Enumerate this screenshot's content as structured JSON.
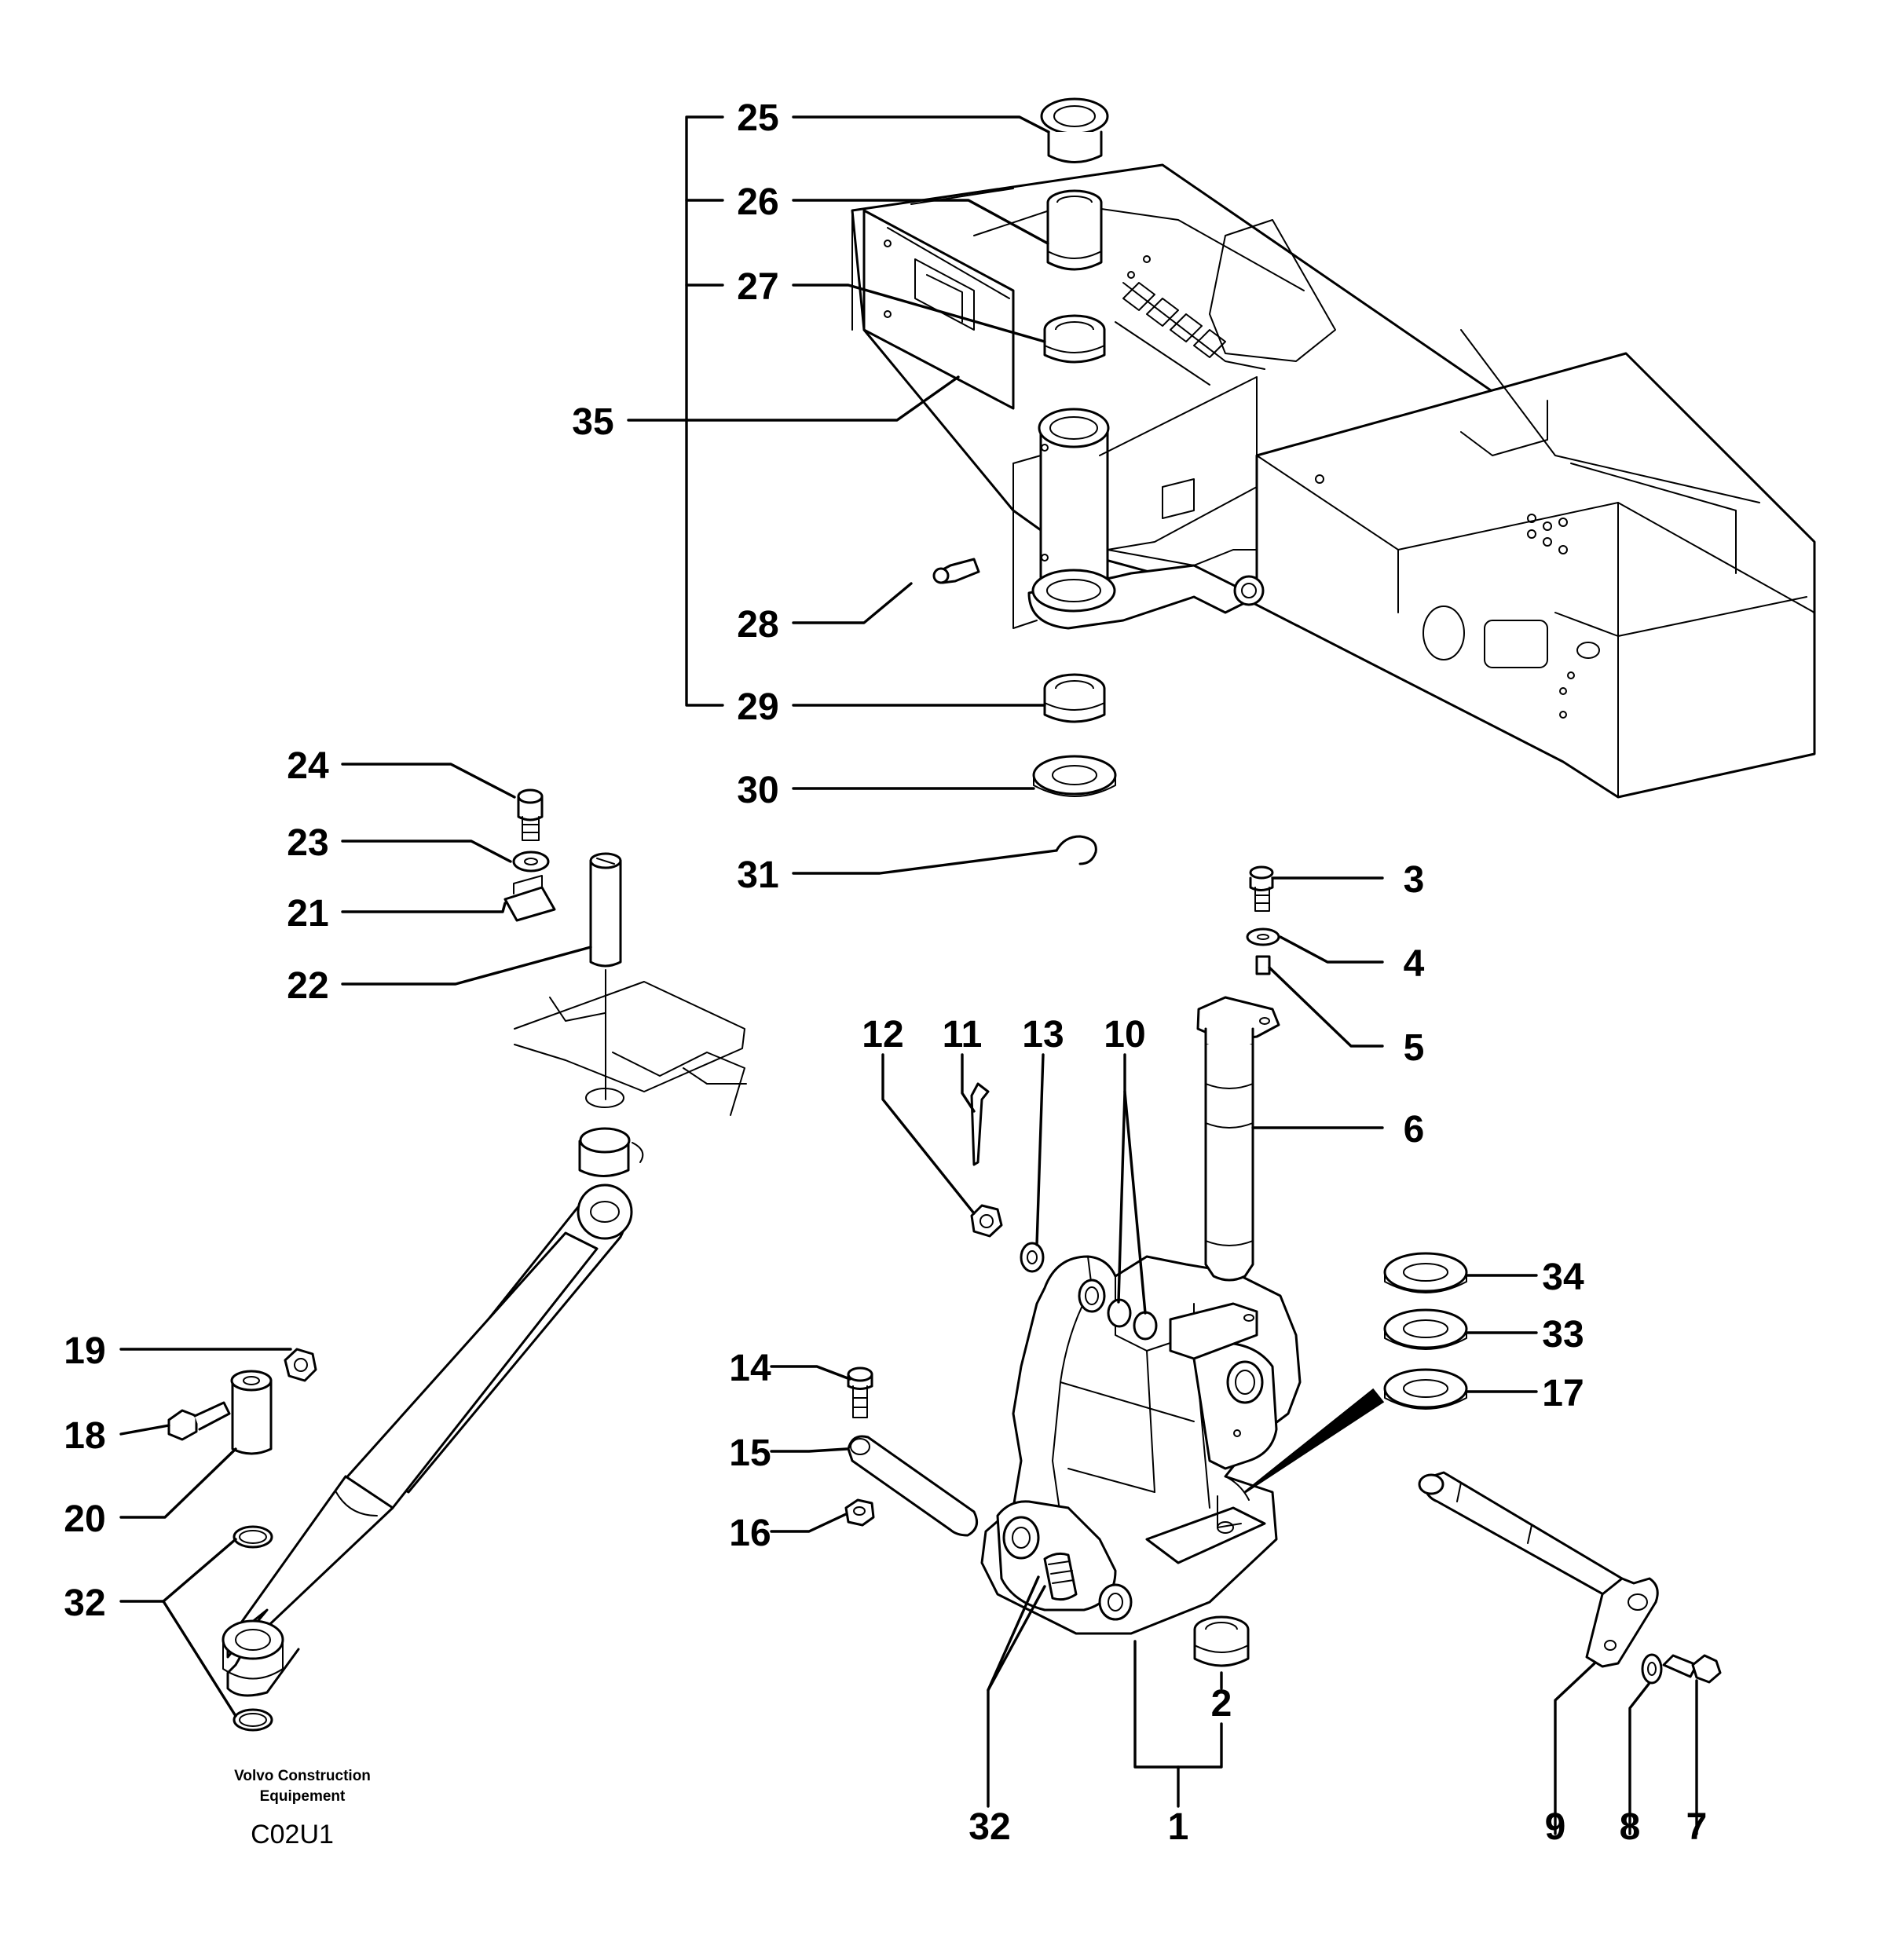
{
  "callouts": {
    "n1": "1",
    "n2": "2",
    "n3": "3",
    "n4": "4",
    "n5": "5",
    "n6": "6",
    "n7": "7",
    "n8": "8",
    "n9": "9",
    "n10": "10",
    "n11": "11",
    "n12": "12",
    "n13": "13",
    "n14": "14",
    "n15": "15",
    "n16": "16",
    "n17": "17",
    "n18": "18",
    "n19": "19",
    "n20": "20",
    "n21": "21",
    "n22": "22",
    "n23": "23",
    "n24": "24",
    "n25": "25",
    "n26": "26",
    "n27": "27",
    "n28": "28",
    "n29": "29",
    "n30": "30",
    "n31": "31",
    "n32a": "32",
    "n32b": "32",
    "n33": "33",
    "n34": "34",
    "n35": "35"
  },
  "credit": {
    "line1": "Volvo Construction",
    "line2": "Equipement",
    "code": "C02U1"
  }
}
